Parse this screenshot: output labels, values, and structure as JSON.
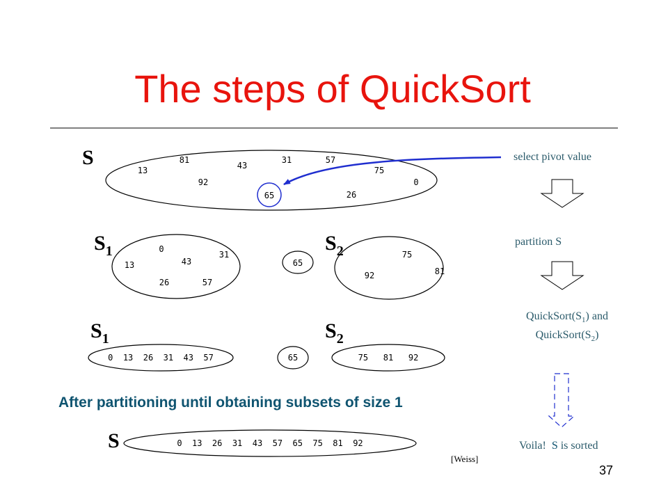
{
  "slide": {
    "title": "The steps of QuickSort",
    "page_number": "37",
    "citation": "[Weiss]",
    "subtitle": "After partitioning until obtaining subsets of size 1",
    "accent_color": "#e8140d",
    "arrow_color": "#1f2ecf"
  },
  "step1": {
    "label": "S",
    "values": [
      "13",
      "81",
      "92",
      "43",
      "65",
      "31",
      "57",
      "26",
      "75",
      "0"
    ],
    "pivot": "65",
    "note": "select pivot value"
  },
  "step2": {
    "left_label": "S",
    "left_sub": "1",
    "right_label": "S",
    "right_sub": "2",
    "left_values": [
      "0",
      "13",
      "43",
      "31",
      "26",
      "57"
    ],
    "pivot": "65",
    "right_values": [
      "75",
      "92",
      "81"
    ],
    "note_prefix": "partition ",
    "note_set": "S"
  },
  "step3": {
    "left_label": "S",
    "left_sub": "1",
    "right_label": "S",
    "right_sub": "2",
    "left_sorted": "0  13  26  31  43  57",
    "pivot": "65",
    "right_sorted": "75   81   92",
    "note_line1_a": "QuickSort(S",
    "note_line1_sub": "1",
    "note_line1_b": ") and",
    "note_line2_a": "QuickSort(S",
    "note_line2_sub": "2",
    "note_line2_b": ")"
  },
  "final": {
    "label": "S",
    "sorted": "0  13  26  31  43  57  65  75  81  92",
    "note_prefix": "Voila!  ",
    "note_set": "S",
    "note_suffix": " is sorted"
  }
}
